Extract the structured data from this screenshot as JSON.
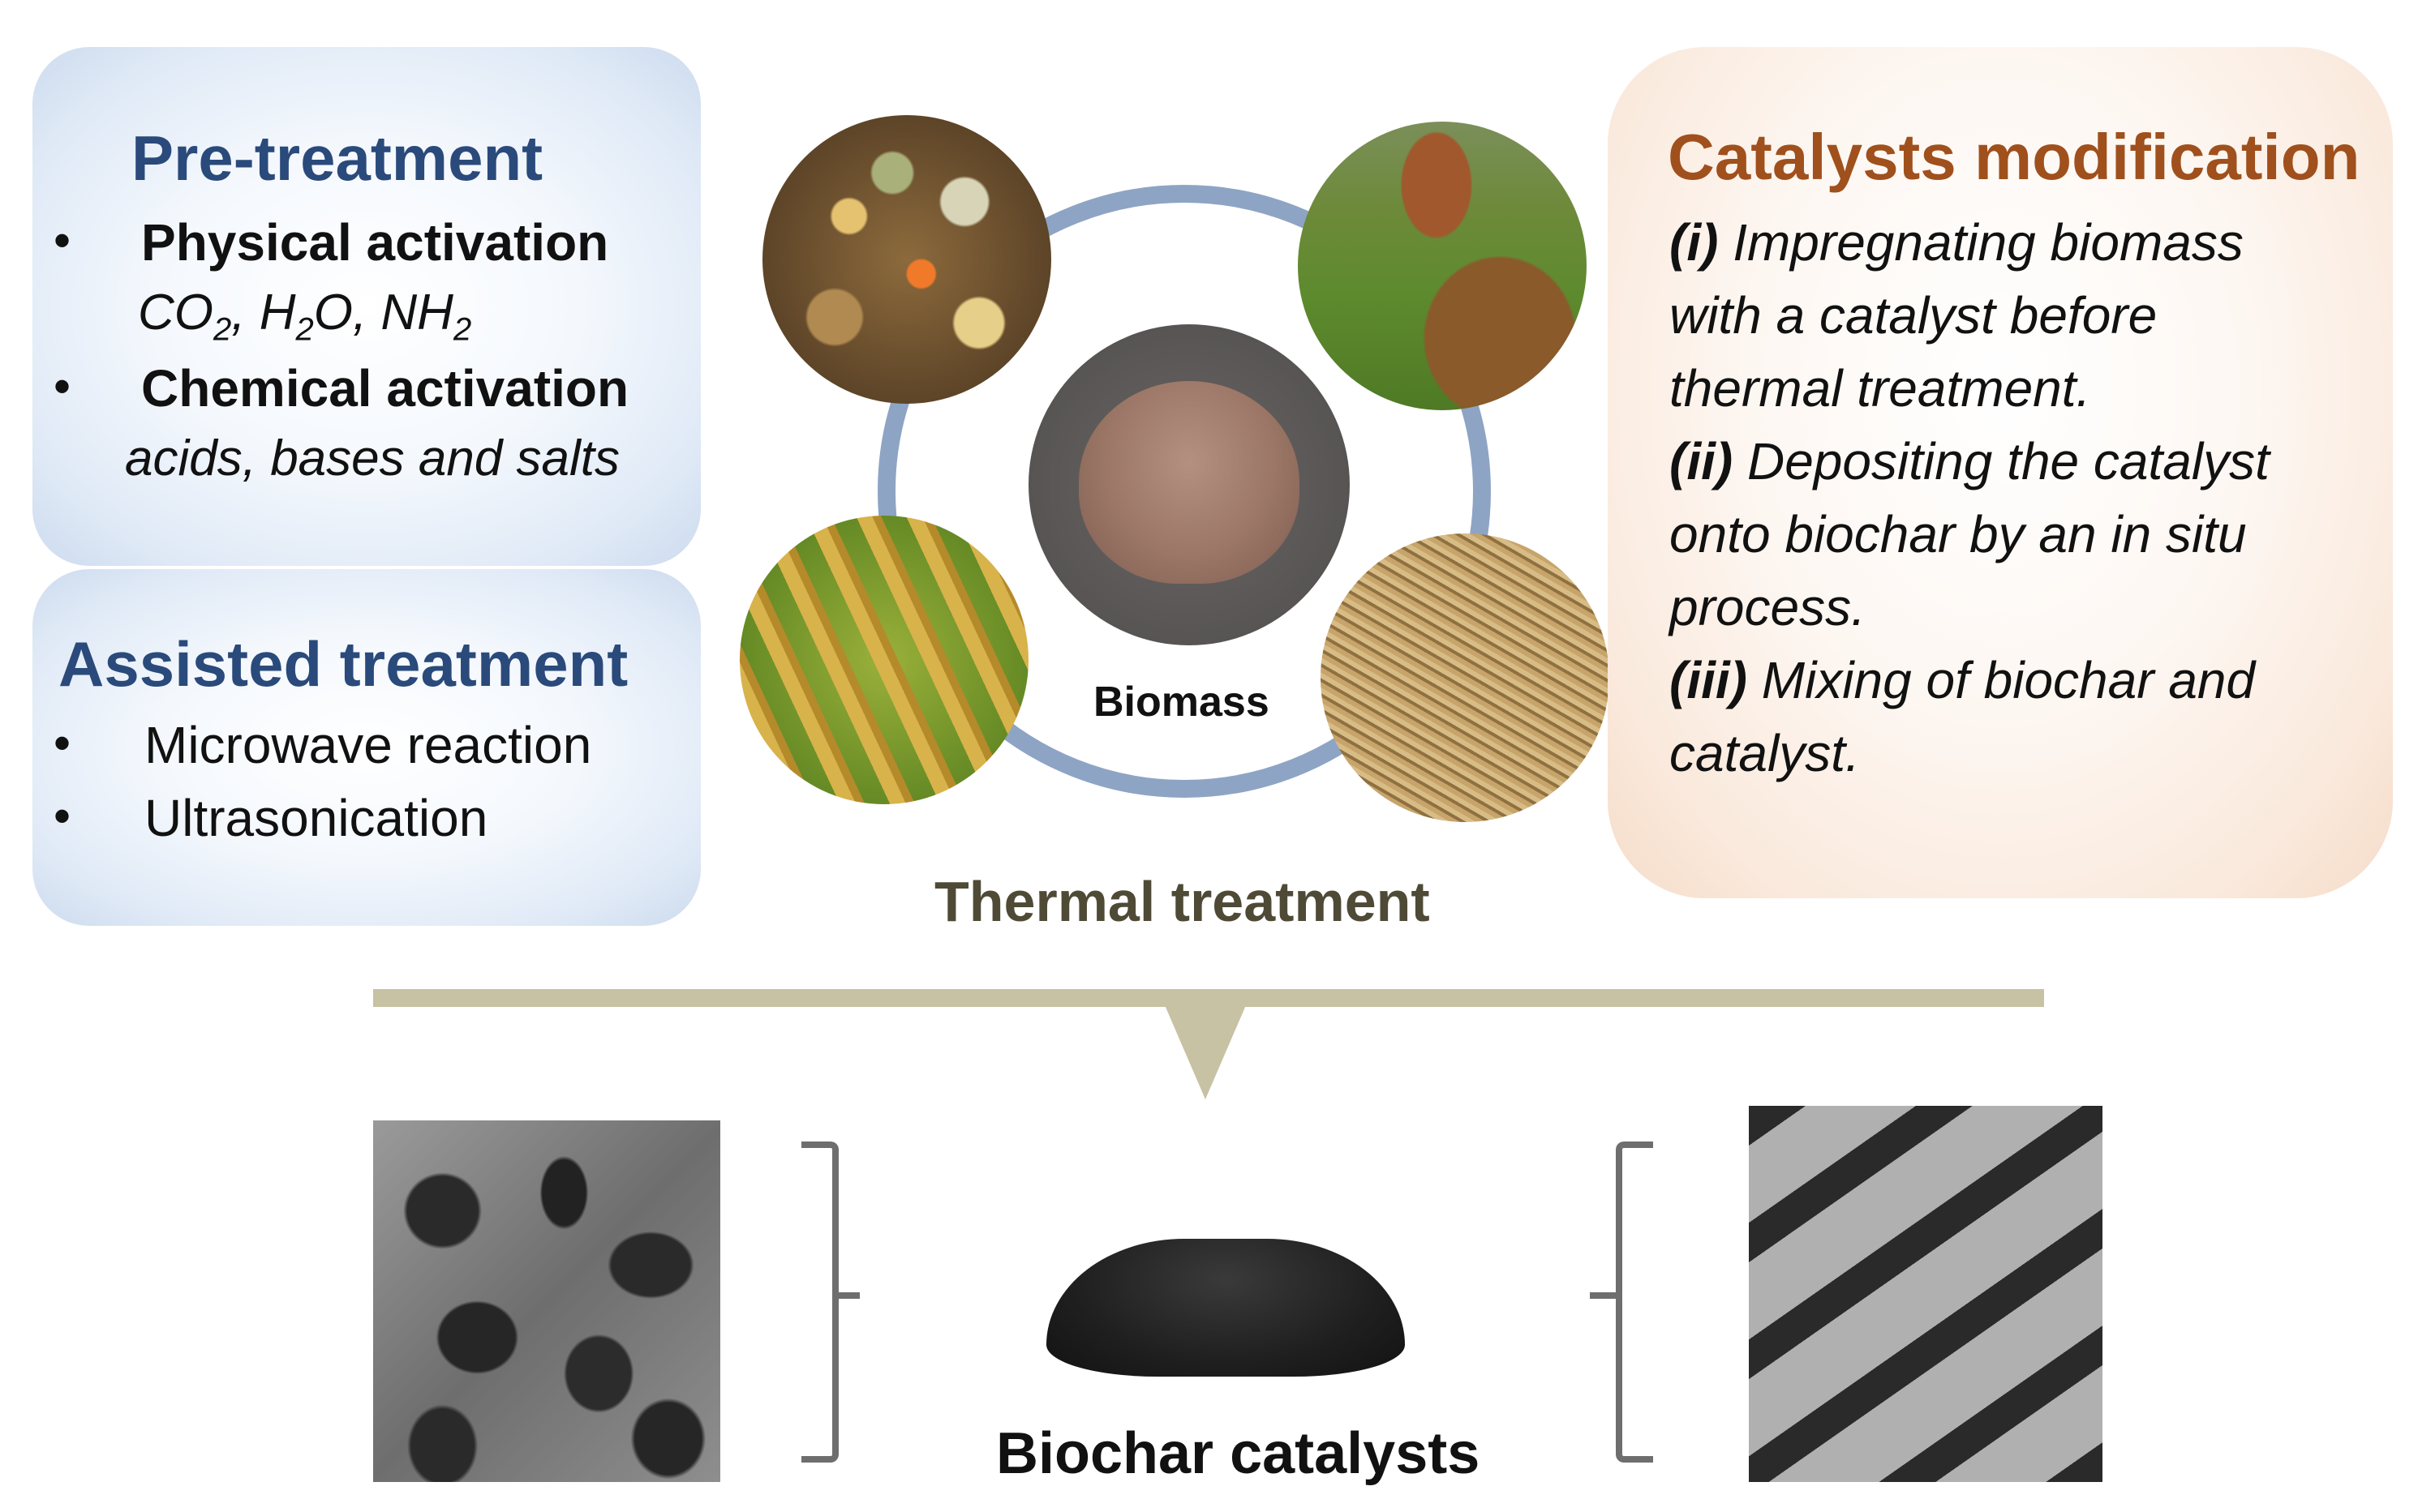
{
  "pre_treatment": {
    "title": "Pre-treatment",
    "items": [
      {
        "label": "Physical activation",
        "detail_parts": [
          "CO",
          "2",
          ", H",
          "2",
          "O, NH",
          "2"
        ]
      },
      {
        "label": "Chemical activation",
        "detail": "acids, bases and salts"
      }
    ],
    "bullet": "•"
  },
  "assisted_treatment": {
    "title": "Assisted treatment",
    "items": [
      "Microwave reaction",
      "Ultrasonication"
    ]
  },
  "catalysts_modification": {
    "title": "Catalysts modification",
    "lines": [
      {
        "num": "(i)",
        "text": " Impregnating  biomass"
      },
      {
        "num": "",
        "text": "with a catalyst before"
      },
      {
        "num": "",
        "text": "thermal treatment."
      },
      {
        "num": "(ii)",
        "text": " Depositing the catalyst"
      },
      {
        "num": "",
        "text": "onto biochar by an in situ"
      },
      {
        "num": "",
        "text": "process."
      },
      {
        "num": "(iii)",
        "text": " Mixing of biochar and"
      },
      {
        "num": "",
        "text": "catalyst."
      }
    ]
  },
  "center": {
    "biomass_label": "Biomass",
    "thermal_label": "Thermal treatment",
    "ring_color": "#8ea4c4"
  },
  "product": {
    "label": "Biochar catalysts"
  },
  "colors": {
    "blue_title": "#2a4a7b",
    "orange_title": "#a0501c",
    "arrow": "#c8c2a4"
  }
}
